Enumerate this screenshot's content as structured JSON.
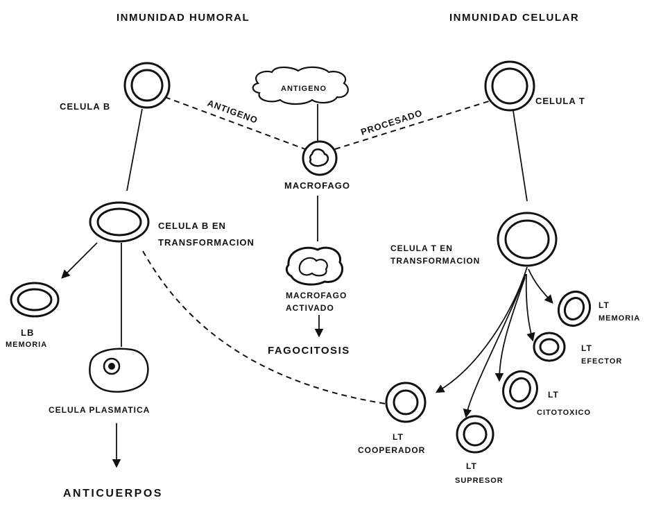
{
  "headers": {
    "left": "INMUNIDAD HUMORAL",
    "right": "INMUNIDAD CELULAR"
  },
  "labels": {
    "celula_b": "CELULA B",
    "celula_t": "CELULA T",
    "antigeno_cloud": "ANTIGENO",
    "antigeno_line": "ANTIGENO",
    "procesado_line": "PROCESADO",
    "macrofago": "MACROFAGO",
    "celula_b_transf_1": "CELULA B EN",
    "celula_b_transf_2": "TRANSFORMACION",
    "celula_t_transf_1": "CELULA T EN",
    "celula_t_transf_2": "TRANSFORMACION",
    "macrofago_activado_1": "MACROFAGO",
    "macrofago_activado_2": "ACTIVADO",
    "fagocitosis": "FAGOCITOSIS",
    "lb": "LB",
    "lb_memoria": "MEMORIA",
    "celula_plasmatica": "CELULA PLASMATICA",
    "anticuerpos": "ANTICUERPOS",
    "lt_memoria_1": "LT",
    "lt_memoria_2": "MEMORIA",
    "lt_efector_1": "LT",
    "lt_efector_2": "EFECTOR",
    "lt_citotoxico_1": "LT",
    "lt_citotoxico_2": "CITOTOXICO",
    "lt_cooperador_1": "LT",
    "lt_cooperador_2": "COOPERADOR",
    "lt_supresor_1": "LT",
    "lt_supresor_2": "SUPRESOR"
  }
}
